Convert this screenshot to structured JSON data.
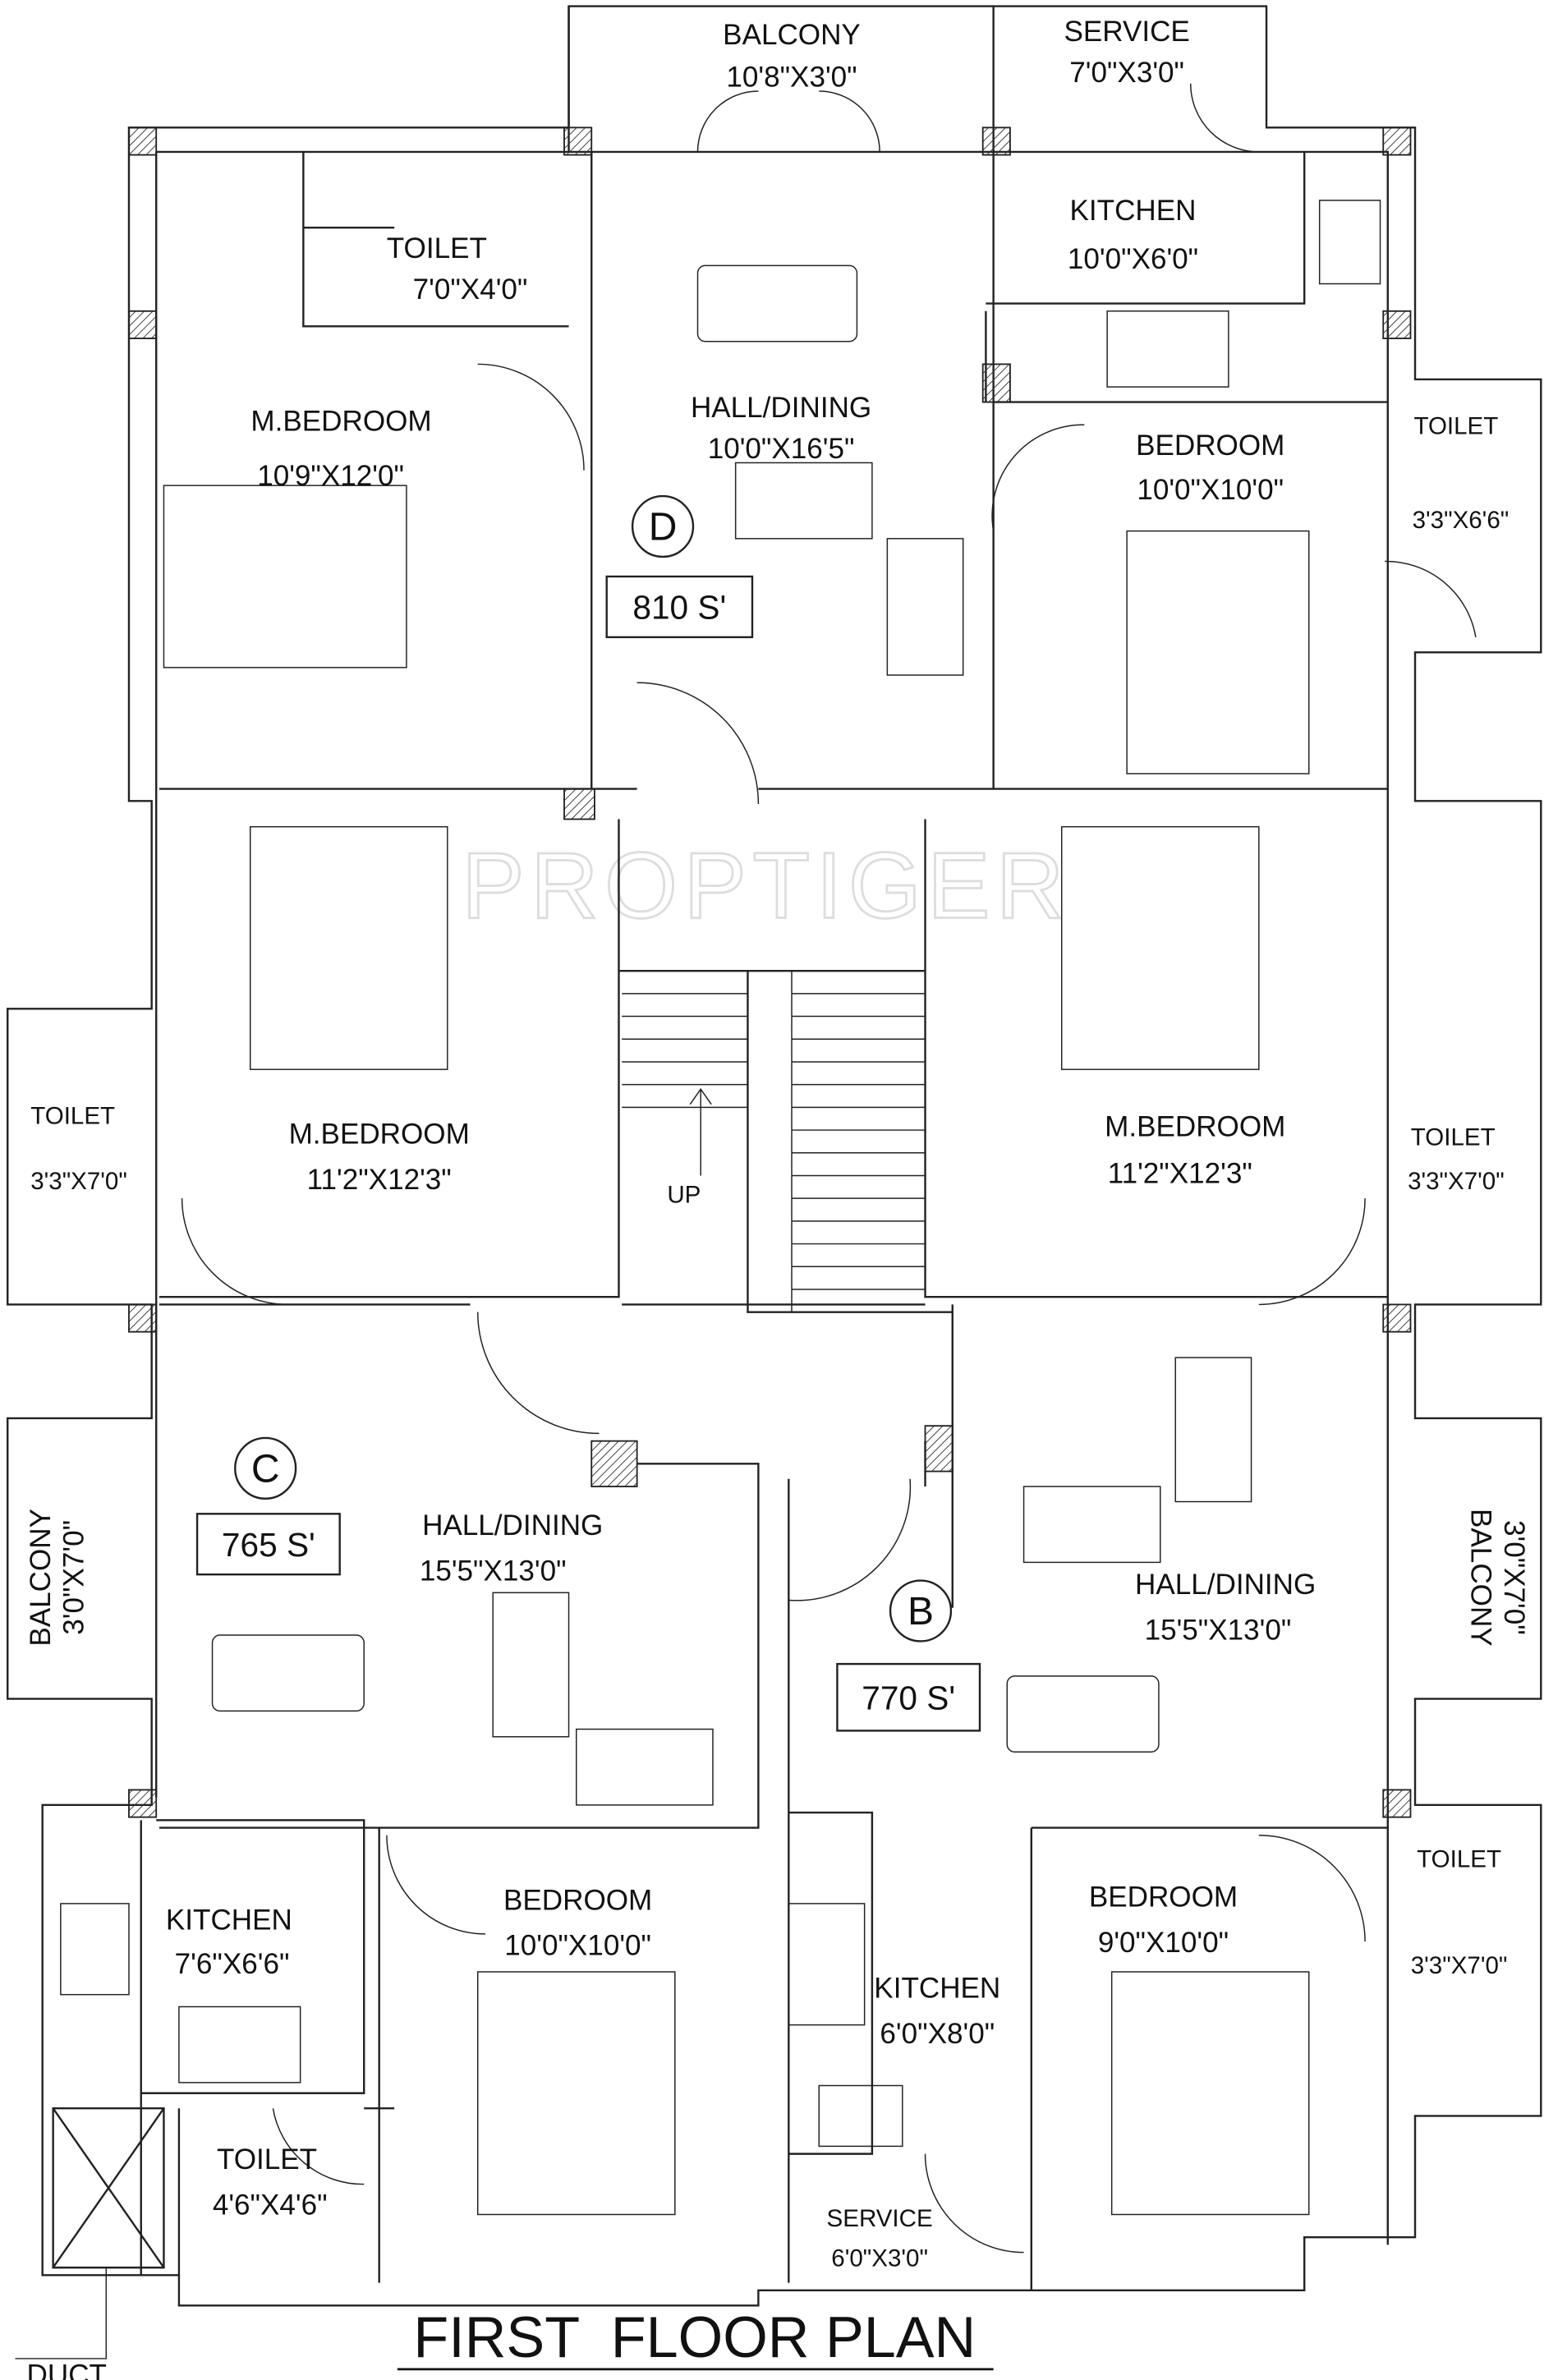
{
  "title": "FIRST  FLOOR PLAN",
  "watermark": "PROPTIGER",
  "duct_label": "DUCT",
  "stair_label": "UP",
  "units": [
    {
      "id": "D",
      "area": "810 S'"
    },
    {
      "id": "C",
      "area": "765 S'"
    },
    {
      "id": "B",
      "area": "770 S'"
    }
  ],
  "rooms": {
    "d_balcony": {
      "name": "BALCONY",
      "size": "10'8\"X3'0\""
    },
    "d_service": {
      "name": "SERVICE",
      "size": "7'0\"X3'0\""
    },
    "d_toilet_master": {
      "name": "TOILET",
      "size": "7'0\"X4'0\""
    },
    "d_kitchen": {
      "name": "KITCHEN",
      "size": "10'0\"X6'0\""
    },
    "d_master_bedroom": {
      "name": "M.BEDROOM",
      "size": "10'9\"X12'0\""
    },
    "d_hall": {
      "name": "HALL/DINING",
      "size": "10'0\"X16'5\""
    },
    "d_bedroom": {
      "name": "BEDROOM",
      "size": "10'0\"X10'0\""
    },
    "d_toilet": {
      "name": "TOILET",
      "size": "3'3\"X6'6\""
    },
    "c_toilet_master": {
      "name": "TOILET",
      "size": "3'3\"X7'0\""
    },
    "c_master_bedroom": {
      "name": "M.BEDROOM",
      "size": "11'2\"X12'3\""
    },
    "b_master_bedroom": {
      "name": "M.BEDROOM",
      "size": "11'2\"X12'3\""
    },
    "b_toilet_master": {
      "name": "TOILET",
      "size": "3'3\"X7'0\""
    },
    "c_hall": {
      "name": "HALL/DINING",
      "size": "15'5\"X13'0\""
    },
    "c_balcony": {
      "name": "BALCONY",
      "size": "3'0\"X7'0\""
    },
    "b_hall": {
      "name": "HALL/DINING",
      "size": "15'5\"X13'0\""
    },
    "b_balcony": {
      "name": "BALCONY",
      "size": "3'0\"X7'0\""
    },
    "c_kitchen": {
      "name": "KITCHEN",
      "size": "7'6\"X6'6\""
    },
    "c_bedroom": {
      "name": "BEDROOM",
      "size": "10'0\"X10'0\""
    },
    "b_bedroom": {
      "name": "BEDROOM",
      "size": "9'0\"X10'0\""
    },
    "b_toilet": {
      "name": "TOILET",
      "size": "3'3\"X7'0\""
    },
    "b_kitchen": {
      "name": "KITCHEN",
      "size": "6'0\"X8'0\""
    },
    "c_toilet": {
      "name": "TOILET",
      "size": "4'6\"X4'6\""
    },
    "b_service": {
      "name": "SERVICE",
      "size": "6'0\"X3'0\""
    }
  }
}
